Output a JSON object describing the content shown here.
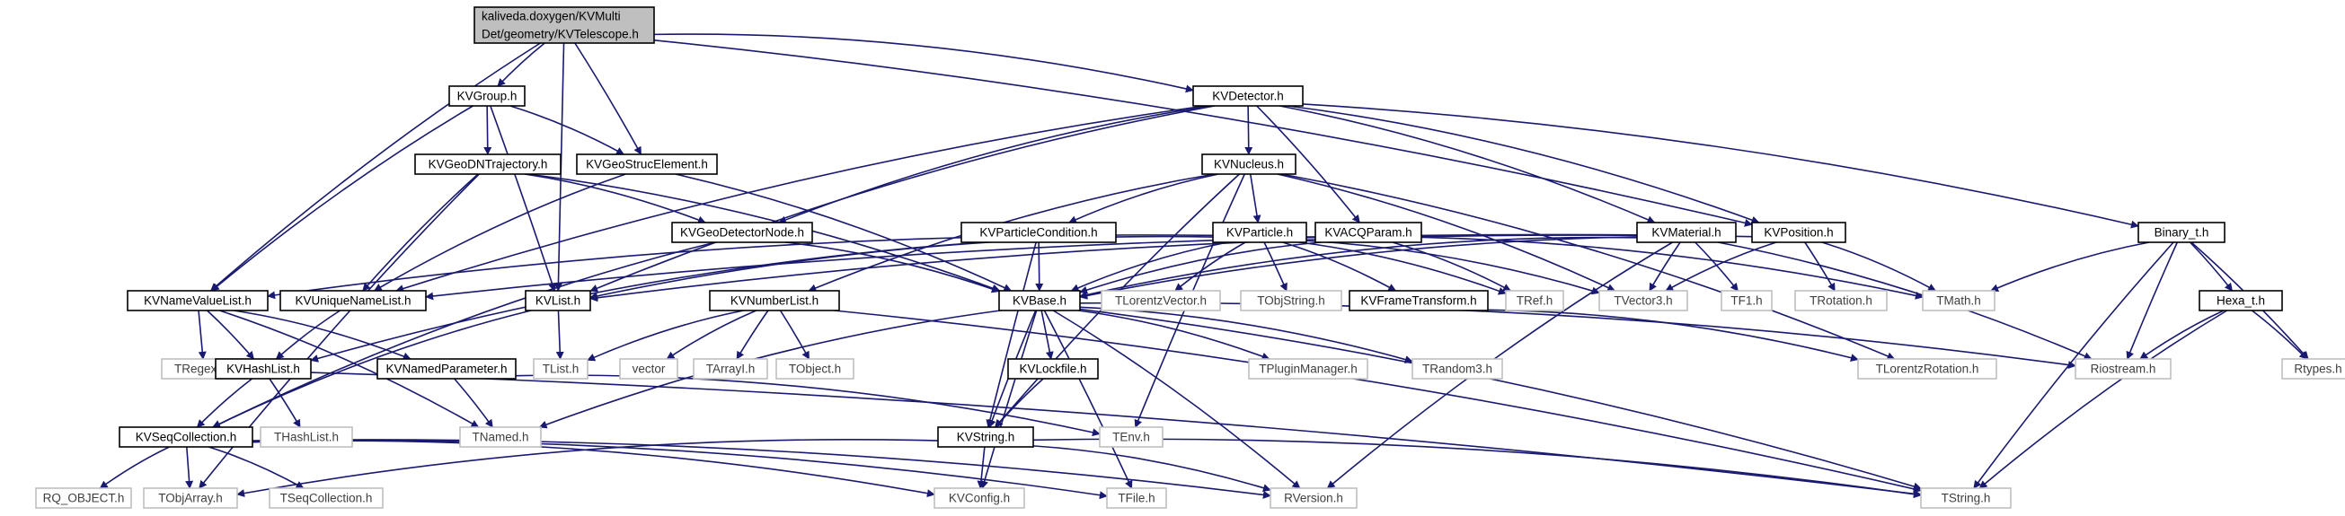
{
  "colors": {
    "edge": "#191970",
    "root_fill": "#bfbfbf",
    "root_border": "#000000",
    "doc_border": "#000000",
    "ext_border": "#bfbfbf",
    "doc_text": "#000000",
    "ext_text": "#404040"
  },
  "nodes": [
    {
      "id": "telescope",
      "lines": [
        "kaliveda.doxygen/KVMulti",
        "Det/geometry/KVTelescope.h"
      ],
      "kind": "root"
    },
    {
      "id": "kvgroup",
      "lines": [
        "KVGroup.h"
      ],
      "kind": "doc"
    },
    {
      "id": "kvdetector",
      "lines": [
        "KVDetector.h"
      ],
      "kind": "doc"
    },
    {
      "id": "kvgeodntrajectory",
      "lines": [
        "KVGeoDNTrajectory.h"
      ],
      "kind": "doc"
    },
    {
      "id": "kvgeostrucelement",
      "lines": [
        "KVGeoStrucElement.h"
      ],
      "kind": "doc"
    },
    {
      "id": "kvnucleus",
      "lines": [
        "KVNucleus.h"
      ],
      "kind": "doc"
    },
    {
      "id": "kvgeodetectornode",
      "lines": [
        "KVGeoDetectorNode.h"
      ],
      "kind": "doc"
    },
    {
      "id": "kvparticlecondition",
      "lines": [
        "KVParticleCondition.h"
      ],
      "kind": "doc"
    },
    {
      "id": "kvparticle",
      "lines": [
        "KVParticle.h"
      ],
      "kind": "doc"
    },
    {
      "id": "kvacqparam",
      "lines": [
        "KVACQParam.h"
      ],
      "kind": "doc"
    },
    {
      "id": "kvmaterial",
      "lines": [
        "KVMaterial.h"
      ],
      "kind": "doc"
    },
    {
      "id": "kvposition",
      "lines": [
        "KVPosition.h"
      ],
      "kind": "doc"
    },
    {
      "id": "binary_t",
      "lines": [
        "Binary_t.h"
      ],
      "kind": "doc"
    },
    {
      "id": "kvnamevaluelist",
      "lines": [
        "KVNameValueList.h"
      ],
      "kind": "doc"
    },
    {
      "id": "kvuniquenamelist",
      "lines": [
        "KVUniqueNameList.h"
      ],
      "kind": "doc"
    },
    {
      "id": "kvlist",
      "lines": [
        "KVList.h"
      ],
      "kind": "doc"
    },
    {
      "id": "kvnumberlist",
      "lines": [
        "KVNumberList.h"
      ],
      "kind": "doc"
    },
    {
      "id": "kvbase",
      "lines": [
        "KVBase.h"
      ],
      "kind": "doc"
    },
    {
      "id": "tlorentzvector",
      "lines": [
        "TLorentzVector.h"
      ],
      "kind": "ext"
    },
    {
      "id": "tobjstring",
      "lines": [
        "TObjString.h"
      ],
      "kind": "ext"
    },
    {
      "id": "kvframetransform",
      "lines": [
        "KVFrameTransform.h"
      ],
      "kind": "doc"
    },
    {
      "id": "tref",
      "lines": [
        "TRef.h"
      ],
      "kind": "ext"
    },
    {
      "id": "tvector3",
      "lines": [
        "TVector3.h"
      ],
      "kind": "ext"
    },
    {
      "id": "tf1",
      "lines": [
        "TF1.h"
      ],
      "kind": "ext"
    },
    {
      "id": "trotation",
      "lines": [
        "TRotation.h"
      ],
      "kind": "ext"
    },
    {
      "id": "tmath",
      "lines": [
        "TMath.h"
      ],
      "kind": "ext"
    },
    {
      "id": "hexa_t",
      "lines": [
        "Hexa_t.h"
      ],
      "kind": "doc"
    },
    {
      "id": "tregexp",
      "lines": [
        "TRegexp.h"
      ],
      "kind": "ext"
    },
    {
      "id": "kvhashlist",
      "lines": [
        "KVHashList.h"
      ],
      "kind": "doc"
    },
    {
      "id": "kvnamedparameter",
      "lines": [
        "KVNamedParameter.h"
      ],
      "kind": "doc"
    },
    {
      "id": "tlist",
      "lines": [
        "TList.h"
      ],
      "kind": "ext"
    },
    {
      "id": "vector",
      "lines": [
        "vector"
      ],
      "kind": "ext"
    },
    {
      "id": "tarrayi",
      "lines": [
        "TArrayI.h"
      ],
      "kind": "ext"
    },
    {
      "id": "tobject",
      "lines": [
        "TObject.h"
      ],
      "kind": "ext"
    },
    {
      "id": "kvlockfile",
      "lines": [
        "KVLockfile.h"
      ],
      "kind": "doc"
    },
    {
      "id": "tpluginmanager",
      "lines": [
        "TPluginManager.h"
      ],
      "kind": "ext"
    },
    {
      "id": "trandom3",
      "lines": [
        "TRandom3.h"
      ],
      "kind": "ext"
    },
    {
      "id": "tlorentzrotation",
      "lines": [
        "TLorentzRotation.h"
      ],
      "kind": "ext"
    },
    {
      "id": "riostream",
      "lines": [
        "Riostream.h"
      ],
      "kind": "ext"
    },
    {
      "id": "rtypes",
      "lines": [
        "Rtypes.h"
      ],
      "kind": "ext"
    },
    {
      "id": "thashlist",
      "lines": [
        "THashList.h"
      ],
      "kind": "ext"
    },
    {
      "id": "tnamed",
      "lines": [
        "TNamed.h"
      ],
      "kind": "ext"
    },
    {
      "id": "tenv",
      "lines": [
        "TEnv.h"
      ],
      "kind": "ext"
    },
    {
      "id": "kvseqcollection",
      "lines": [
        "KVSeqCollection.h"
      ],
      "kind": "doc"
    },
    {
      "id": "kvstring",
      "lines": [
        "KVString.h"
      ],
      "kind": "doc"
    },
    {
      "id": "rq_object",
      "lines": [
        "RQ_OBJECT.h"
      ],
      "kind": "ext"
    },
    {
      "id": "tobjarray",
      "lines": [
        "TObjArray.h"
      ],
      "kind": "ext"
    },
    {
      "id": "tseqcollection",
      "lines": [
        "TSeqCollection.h"
      ],
      "kind": "ext"
    },
    {
      "id": "kvconfig",
      "lines": [
        "KVConfig.h"
      ],
      "kind": "ext"
    },
    {
      "id": "tfile",
      "lines": [
        "TFile.h"
      ],
      "kind": "ext"
    },
    {
      "id": "rversion",
      "lines": [
        "RVersion.h"
      ],
      "kind": "ext"
    },
    {
      "id": "tstring",
      "lines": [
        "TString.h"
      ],
      "kind": "ext"
    }
  ],
  "edges": [
    [
      "telescope",
      "kvgroup"
    ],
    [
      "telescope",
      "kvdetector"
    ],
    [
      "telescope",
      "kvgeostrucelement"
    ],
    [
      "telescope",
      "kvnamevaluelist"
    ],
    [
      "telescope",
      "kvlist"
    ],
    [
      "telescope",
      "kvposition"
    ],
    [
      "kvgroup",
      "kvgeodntrajectory"
    ],
    [
      "kvgroup",
      "kvgeostrucelement"
    ],
    [
      "kvgroup",
      "kvnamevaluelist"
    ],
    [
      "kvgroup",
      "kvlist"
    ],
    [
      "kvdetector",
      "kvnucleus"
    ],
    [
      "kvdetector",
      "kvgeodetectornode"
    ],
    [
      "kvdetector",
      "kvacqparam"
    ],
    [
      "kvdetector",
      "kvmaterial"
    ],
    [
      "kvdetector",
      "kvposition"
    ],
    [
      "kvdetector",
      "binary_t"
    ],
    [
      "kvdetector",
      "kvuniquenamelist"
    ],
    [
      "kvdetector",
      "kvlist"
    ],
    [
      "kvgeodntrajectory",
      "kvgeodetectornode"
    ],
    [
      "kvgeodntrajectory",
      "kvuniquenamelist"
    ],
    [
      "kvgeodntrajectory",
      "tobjarray"
    ],
    [
      "kvgeodntrajectory",
      "kvbase"
    ],
    [
      "kvgeostrucelement",
      "kvuniquenamelist"
    ],
    [
      "kvgeostrucelement",
      "kvbase"
    ],
    [
      "kvnucleus",
      "kvparticlecondition"
    ],
    [
      "kvnucleus",
      "kvparticle"
    ],
    [
      "kvnucleus",
      "kvnumberlist"
    ],
    [
      "kvnucleus",
      "kvstring"
    ],
    [
      "kvnucleus",
      "tvector3"
    ],
    [
      "kvnucleus",
      "tenv"
    ],
    [
      "kvnucleus",
      "tlorentzrotation"
    ],
    [
      "kvgeodetectornode",
      "kvbase"
    ],
    [
      "kvgeodetectornode",
      "kvseqcollection"
    ],
    [
      "kvparticlecondition",
      "kvbase"
    ],
    [
      "kvparticlecondition",
      "kvstring"
    ],
    [
      "kvparticlecondition",
      "kvhashlist"
    ],
    [
      "kvparticle",
      "kvbase"
    ],
    [
      "kvparticle",
      "tlorentzvector"
    ],
    [
      "kvparticle",
      "tobjstring"
    ],
    [
      "kvparticle",
      "kvframetransform"
    ],
    [
      "kvparticle",
      "tref"
    ],
    [
      "kvparticle",
      "tvector3"
    ],
    [
      "kvparticle",
      "tmath"
    ],
    [
      "kvparticle",
      "kvnamevaluelist"
    ],
    [
      "kvparticle",
      "kvlist"
    ],
    [
      "kvacqparam",
      "kvbase"
    ],
    [
      "kvacqparam",
      "tref"
    ],
    [
      "kvmaterial",
      "kvbase"
    ],
    [
      "kvmaterial",
      "tvector3"
    ],
    [
      "kvmaterial",
      "tf1"
    ],
    [
      "kvmaterial",
      "riostream"
    ],
    [
      "kvmaterial",
      "rversion"
    ],
    [
      "kvmaterial",
      "kvlist"
    ],
    [
      "kvmaterial",
      "kvuniquenamelist"
    ],
    [
      "kvposition",
      "kvbase"
    ],
    [
      "kvposition",
      "tvector3"
    ],
    [
      "kvposition",
      "trotation"
    ],
    [
      "kvposition",
      "tmath"
    ],
    [
      "binary_t",
      "hexa_t"
    ],
    [
      "binary_t",
      "tmath"
    ],
    [
      "binary_t",
      "riostream"
    ],
    [
      "binary_t",
      "rtypes"
    ],
    [
      "binary_t",
      "tstring"
    ],
    [
      "hexa_t",
      "riostream"
    ],
    [
      "hexa_t",
      "rtypes"
    ],
    [
      "hexa_t",
      "tstring"
    ],
    [
      "kvnamevaluelist",
      "tregexp"
    ],
    [
      "kvnamevaluelist",
      "kvhashlist"
    ],
    [
      "kvnamevaluelist",
      "kvnamedparameter"
    ],
    [
      "kvnamevaluelist",
      "tnamed"
    ],
    [
      "kvuniquenamelist",
      "kvhashlist"
    ],
    [
      "kvlist",
      "kvseqcollection"
    ],
    [
      "kvlist",
      "tlist"
    ],
    [
      "kvnumberlist",
      "tlist"
    ],
    [
      "kvnumberlist",
      "vector"
    ],
    [
      "kvnumberlist",
      "tarrayi"
    ],
    [
      "kvnumberlist",
      "tobject"
    ],
    [
      "kvnumberlist",
      "tstring"
    ],
    [
      "kvbase",
      "kvlockfile"
    ],
    [
      "kvbase",
      "tpluginmanager"
    ],
    [
      "kvbase",
      "trandom3"
    ],
    [
      "kvbase",
      "riostream"
    ],
    [
      "kvbase",
      "tnamed"
    ],
    [
      "kvbase",
      "kvstring"
    ],
    [
      "kvbase",
      "kvconfig"
    ],
    [
      "kvbase",
      "tfile"
    ],
    [
      "kvbase",
      "rversion"
    ],
    [
      "kvbase",
      "tstring"
    ],
    [
      "kvframetransform",
      "tlorentzrotation"
    ],
    [
      "kvhashlist",
      "kvseqcollection"
    ],
    [
      "kvhashlist",
      "thashlist"
    ],
    [
      "kvhashlist",
      "tstring"
    ],
    [
      "kvnamedparameter",
      "tnamed"
    ],
    [
      "kvnamedparameter",
      "tenv"
    ],
    [
      "kvlockfile",
      "kvstring"
    ],
    [
      "kvseqcollection",
      "rq_object"
    ],
    [
      "kvseqcollection",
      "tobjarray"
    ],
    [
      "kvseqcollection",
      "tseqcollection"
    ],
    [
      "kvseqcollection",
      "kvconfig"
    ],
    [
      "kvseqcollection",
      "tfile"
    ],
    [
      "kvseqcollection",
      "rversion"
    ],
    [
      "kvstring",
      "tstring"
    ],
    [
      "kvstring",
      "kvconfig"
    ],
    [
      "kvstring",
      "rversion"
    ],
    [
      "kvstring",
      "tobjarray"
    ]
  ]
}
